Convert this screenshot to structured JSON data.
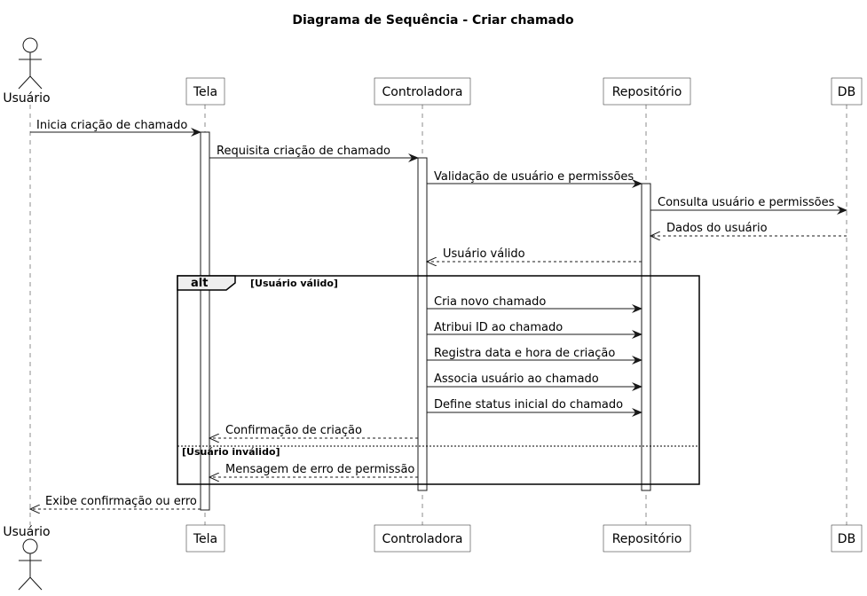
{
  "title": "Diagrama de Sequência - Criar chamado",
  "participants": [
    {
      "id": "usuario",
      "label": "Usuário",
      "kind": "actor"
    },
    {
      "id": "tela",
      "label": "Tela",
      "kind": "box"
    },
    {
      "id": "controladora",
      "label": "Controladora",
      "kind": "box"
    },
    {
      "id": "repositorio",
      "label": "Repositório",
      "kind": "box"
    },
    {
      "id": "db",
      "label": "DB",
      "kind": "box"
    }
  ],
  "messages": [
    {
      "from": "usuario",
      "to": "tela",
      "label": "Inicia criação de chamado",
      "style": "sync"
    },
    {
      "from": "tela",
      "to": "controladora",
      "label": "Requisita criação de chamado",
      "style": "sync"
    },
    {
      "from": "controladora",
      "to": "repositorio",
      "label": "Validação de usuário e permissões",
      "style": "sync"
    },
    {
      "from": "repositorio",
      "to": "db",
      "label": "Consulta usuário e permissões",
      "style": "sync"
    },
    {
      "from": "db",
      "to": "repositorio",
      "label": "Dados do usuário",
      "style": "return"
    },
    {
      "from": "repositorio",
      "to": "controladora",
      "label": "Usuário válido",
      "style": "return"
    },
    {
      "from": "controladora",
      "to": "repositorio",
      "label": "Cria novo chamado",
      "style": "sync"
    },
    {
      "from": "controladora",
      "to": "repositorio",
      "label": "Atribui ID ao chamado",
      "style": "sync"
    },
    {
      "from": "controladora",
      "to": "repositorio",
      "label": "Registra data e hora de criação",
      "style": "sync"
    },
    {
      "from": "controladora",
      "to": "repositorio",
      "label": "Associa usuário ao chamado",
      "style": "sync"
    },
    {
      "from": "controladora",
      "to": "repositorio",
      "label": "Define status inicial do chamado",
      "style": "sync"
    },
    {
      "from": "controladora",
      "to": "tela",
      "label": "Confirmação de criação",
      "style": "return"
    },
    {
      "from": "controladora",
      "to": "tela",
      "label": "Mensagem de erro de permissão",
      "style": "return"
    },
    {
      "from": "tela",
      "to": "usuario",
      "label": "Exibe confirmação ou erro",
      "style": "return"
    }
  ],
  "fragment": {
    "keyword": "alt",
    "guard_1": "[Usuário válido]",
    "guard_2": "[Usuário inválido]"
  },
  "colors": {
    "line": "#181818",
    "box_fill": "#ffffff",
    "fragment_header": "#eeeeee",
    "lifeline": "#181818"
  }
}
